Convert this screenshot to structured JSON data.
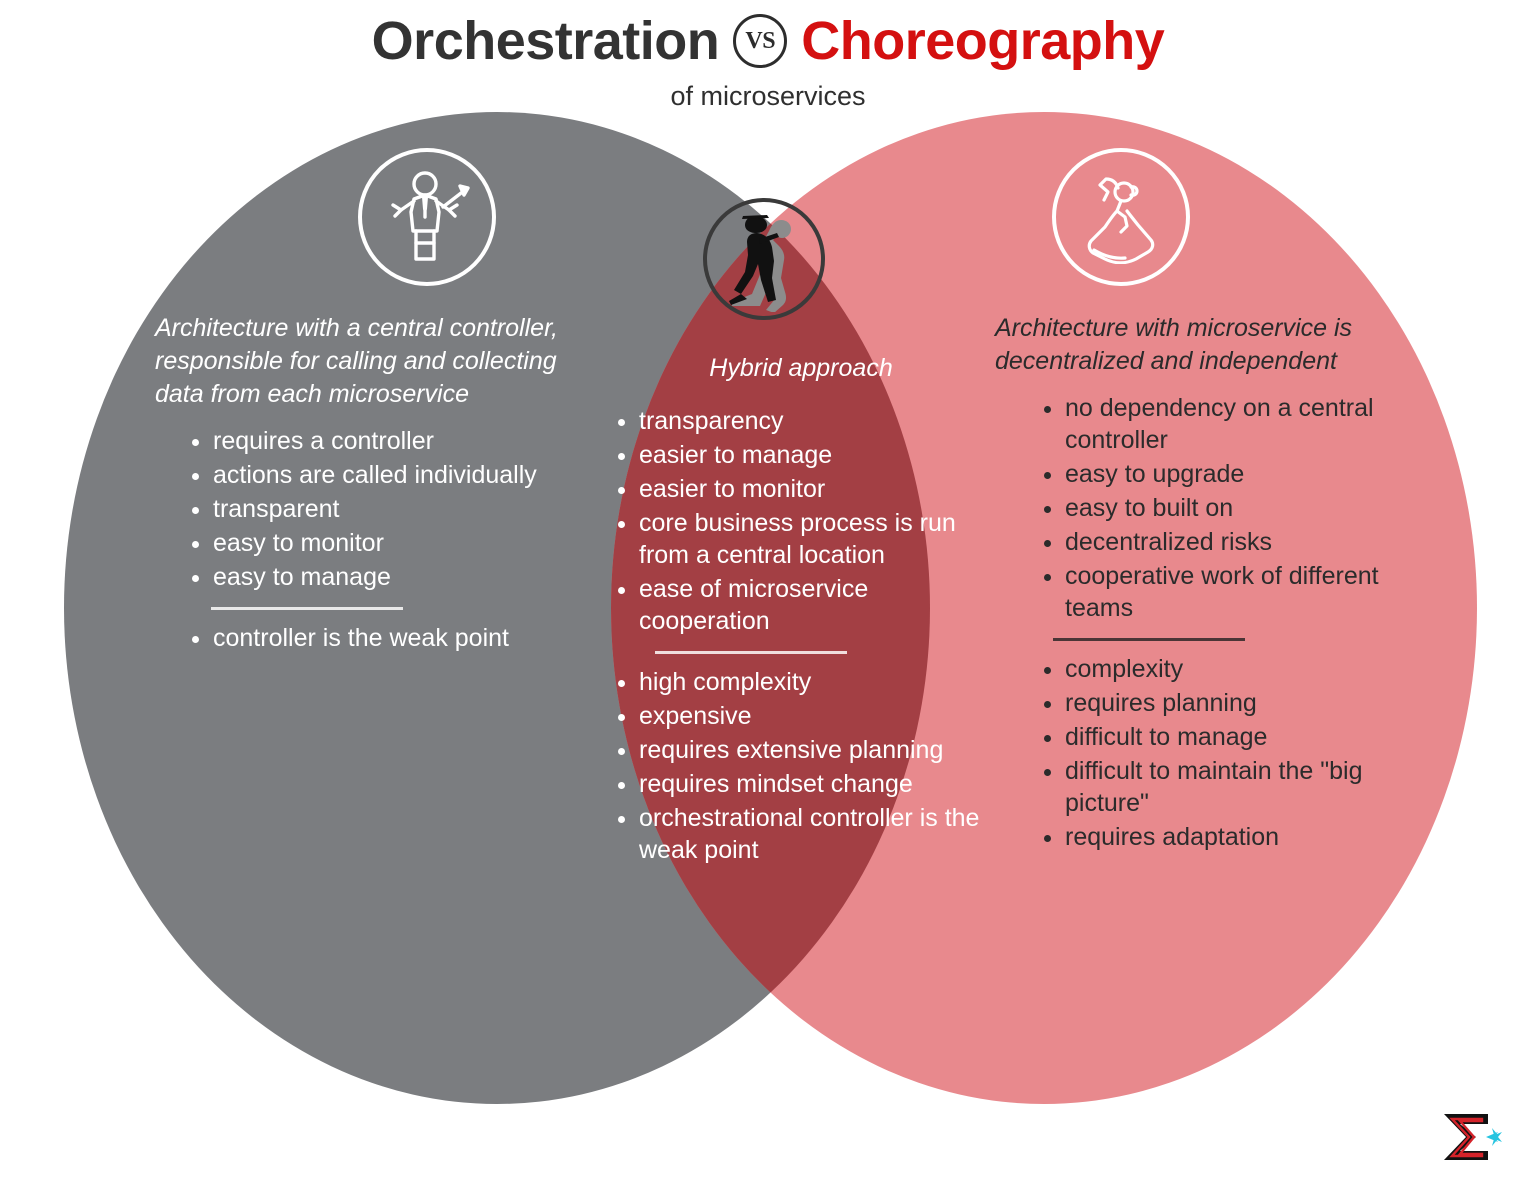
{
  "header": {
    "title_left": "Orchestration",
    "vs_label": "VS",
    "title_right": "Choreography",
    "subtitle": "of microservices"
  },
  "colors": {
    "left_circle": "#7b7d80",
    "right_circle": "#e8898d",
    "overlap": "#a33f44",
    "title_left": "#333333",
    "title_right": "#d41010",
    "logo_black": "#111111",
    "logo_red": "#d4232a",
    "logo_cyan": "#27c4e0"
  },
  "left": {
    "icon": "conductor-icon",
    "lede": "Architecture with a central controller, responsible for calling and collecting data from each microservice",
    "pros": [
      "requires a controller",
      "actions are called individually",
      "transparent",
      "easy to monitor",
      "easy to manage"
    ],
    "cons": [
      "controller is the weak point"
    ]
  },
  "center": {
    "icon": "dancing-couple-icon",
    "lede": "Hybrid approach",
    "pros": [
      "transparency",
      "easier to manage",
      "easier to monitor",
      "core business process is run from a central location",
      "ease of microservice cooperation"
    ],
    "cons": [
      "high complexity",
      "expensive",
      "requires extensive planning",
      "requires mindset change",
      "orchestrational controller is the weak point"
    ]
  },
  "right": {
    "icon": "dancer-skirt-icon",
    "lede": "Architecture with microservice is decentralized and independent",
    "pros": [
      "no dependency on a central controller",
      "easy to upgrade",
      "easy to built on",
      "decentralized risks",
      "cooperative work of different teams"
    ],
    "cons": [
      "complexity",
      "requires planning",
      "difficult to manage",
      "difficult to maintain the \"big picture\"",
      "requires adaptation"
    ]
  },
  "logo": {
    "glyph": "sigma-logo"
  }
}
